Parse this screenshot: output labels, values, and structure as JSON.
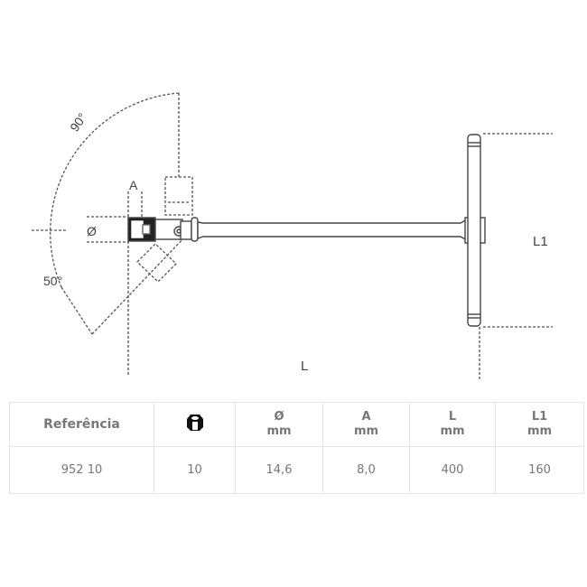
{
  "drawing": {
    "labels": {
      "angle_top": "90°",
      "angle_bottom": "50°",
      "dim_a": "A",
      "dim_diameter": "Ø",
      "dim_l": "L",
      "dim_l1": "L1"
    }
  },
  "table": {
    "headers": [
      {
        "label": "Referência",
        "unit": ""
      },
      {
        "icon": "hex-nut-icon",
        "label": "",
        "unit": ""
      },
      {
        "label": "Ø",
        "unit": "mm"
      },
      {
        "label": "A",
        "unit": "mm"
      },
      {
        "label": "L",
        "unit": "mm"
      },
      {
        "label": "L1",
        "unit": "mm"
      }
    ],
    "rows": [
      [
        "952 10",
        "10",
        "14,6",
        "8,0",
        "400",
        "160"
      ]
    ]
  }
}
